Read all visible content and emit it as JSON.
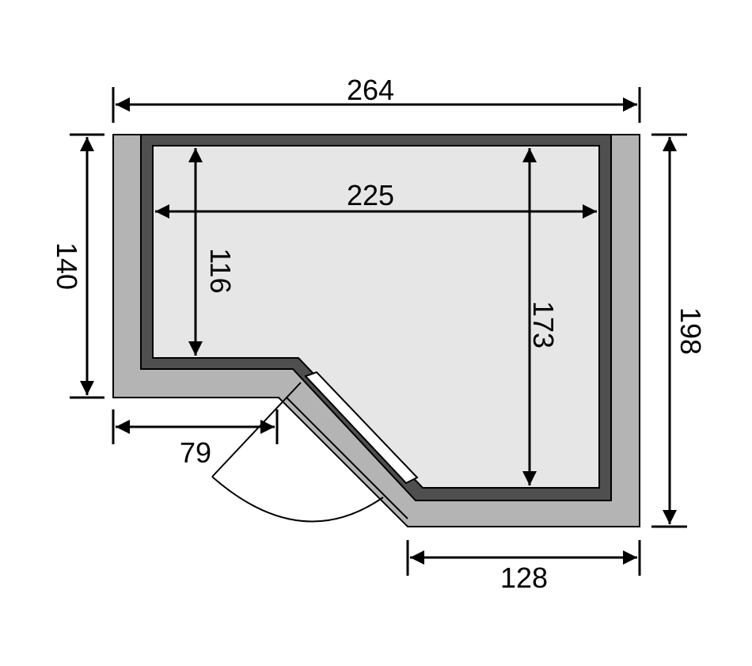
{
  "diagram": {
    "type": "floor-plan",
    "colors": {
      "outer_wall": "#b4b4b4",
      "inner_wall": "#4f4f4f",
      "floor": "#e6e6e6",
      "glass": "#ffffff",
      "line": "#000000"
    },
    "dimensions": {
      "outer_width": "264",
      "inner_width": "225",
      "outer_left_height": "140",
      "inner_left_height": "116",
      "inner_right_height": "173",
      "outer_right_height": "198",
      "door_offset": "79",
      "bottom_width": "128"
    }
  }
}
